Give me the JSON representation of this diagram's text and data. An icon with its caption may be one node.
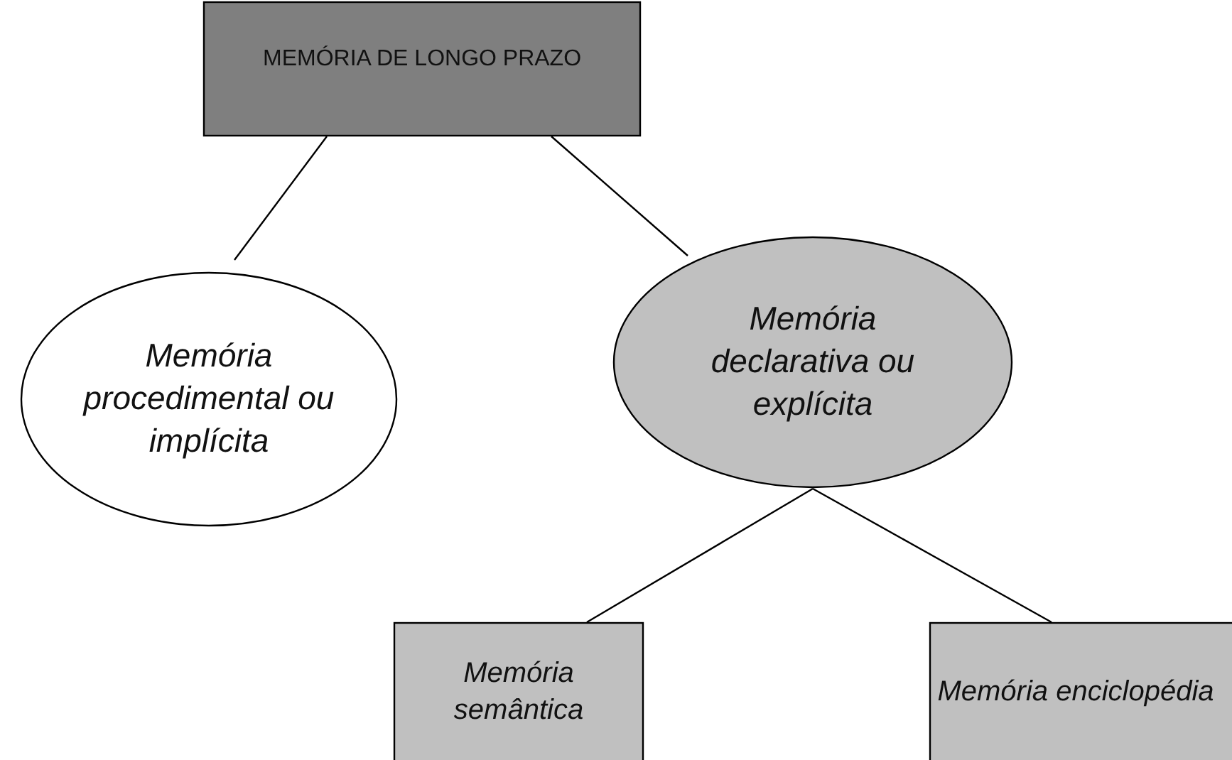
{
  "diagram": {
    "nodes": [
      {
        "text": [
          "MEMÓRIA DE LONGO PRAZO"
        ]
      },
      {
        "text": [
          "Memória procedimental ou implícita"
        ]
      },
      {
        "text": [
          "Memória declarativa ou explícita"
        ]
      },
      {
        "text": [
          "Memória semântica"
        ]
      },
      {
        "text": [
          "Memória enciclopédia"
        ]
      }
    ],
    "edges": [
      {
        "from": 0,
        "to": 1,
        "arrow": "none"
      },
      {
        "from": 0,
        "to": 2,
        "arrow": "none"
      },
      {
        "from": 2,
        "to": 3,
        "arrow": "none"
      },
      {
        "from": 2,
        "to": 4,
        "arrow": "none"
      }
    ]
  }
}
